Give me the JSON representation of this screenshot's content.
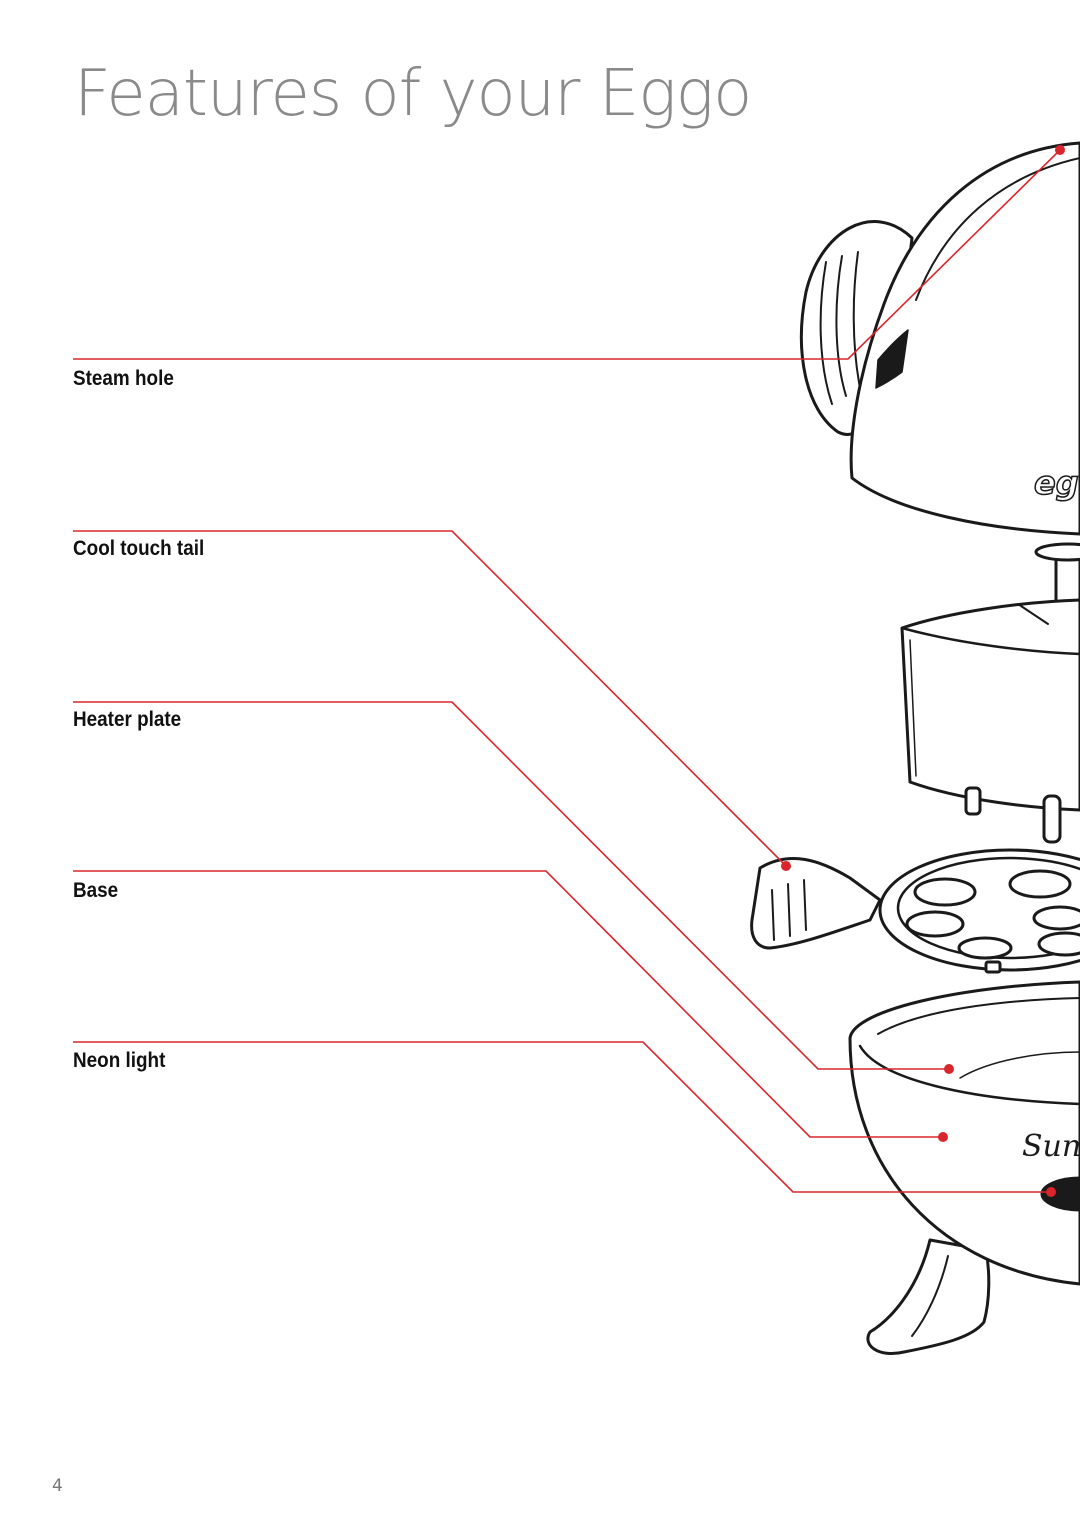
{
  "page": {
    "title": "Features of your Eggo",
    "page_number": "4"
  },
  "features": [
    {
      "label": "Steam hole"
    },
    {
      "label": "Cool touch tail"
    },
    {
      "label": "Heater plate"
    },
    {
      "label": "Base"
    },
    {
      "label": "Neon light"
    }
  ],
  "illustration": {
    "lid_logo": "eg",
    "base_logo": "Sunb"
  },
  "colors": {
    "leader_line": "#d9262c",
    "outline": "#1a1a1a",
    "title": "#8a8a8a"
  }
}
